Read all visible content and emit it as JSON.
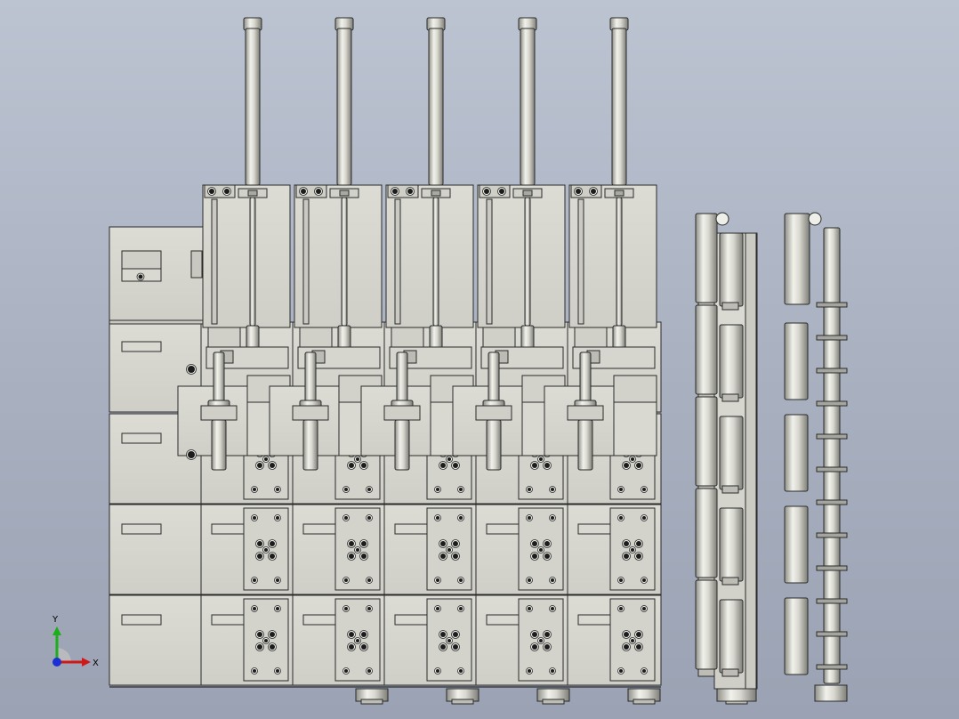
{
  "viewport": {
    "background": "#a9b1c1",
    "part_fill": "#d7d7cf",
    "part_fill_dark": "#c4c4bb",
    "edge_color": "#2a2a2a",
    "cylinder_fill": "#c9c9c0",
    "hole_fill": "#1c1c1c"
  },
  "triad": {
    "x_label": "X",
    "y_label": "Y",
    "x_color": "#d01818",
    "y_color": "#1cae1c",
    "z_color": "#1c2fd4"
  },
  "assembly": {
    "station_count": 5,
    "wide_rows": 5,
    "side_columns": 2
  }
}
